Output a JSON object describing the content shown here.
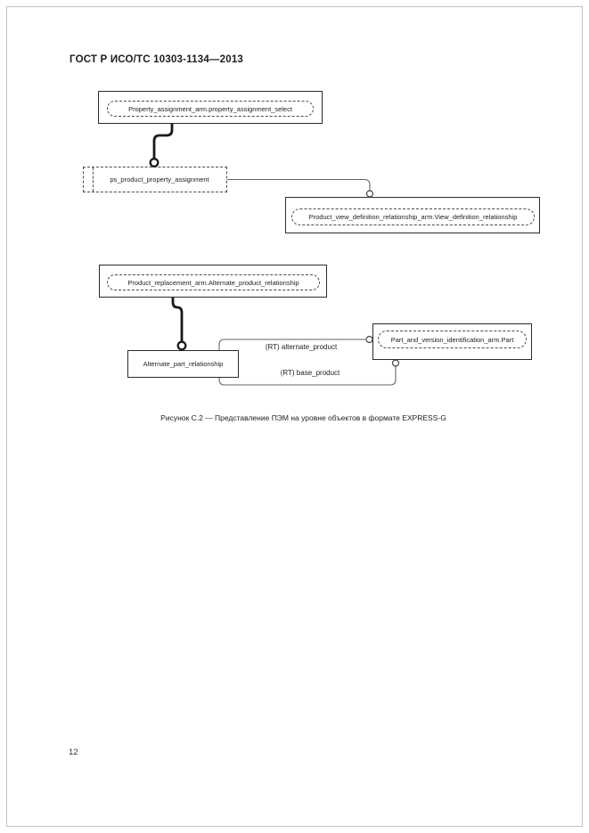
{
  "page": {
    "header": "ГОСТ Р ИСО/ТС 10303-1134—2013",
    "caption": "Рисунок С.2 — Представление ПЭМ на уровне объектов в формате EXPRESS-G",
    "page_number": "12"
  },
  "diagram": {
    "type": "EXPRESS-G",
    "boxes": {
      "property_assignment_select": "Property_assignment_arm.property_assignment_select",
      "ps_product_property_assignment": "ps_product_property_assignment",
      "view_definition_relationship": "Product_view_definition_relationship_arm.View_definition_relationship",
      "alternate_product_relationship": "Product_replacement_arm.Alternate_product_relationship",
      "alternate_part_relationship": "Alternate_part_relationship",
      "part": "Part_and_version_identification_arm.Part"
    },
    "edge_labels": {
      "alternate_product": "(RT) alternate_product",
      "base_product": "(RT) base_product"
    },
    "colors": {
      "ink": "#1a1a1a",
      "thin_line": "#666666",
      "page_border": "#c4c4c4"
    }
  }
}
